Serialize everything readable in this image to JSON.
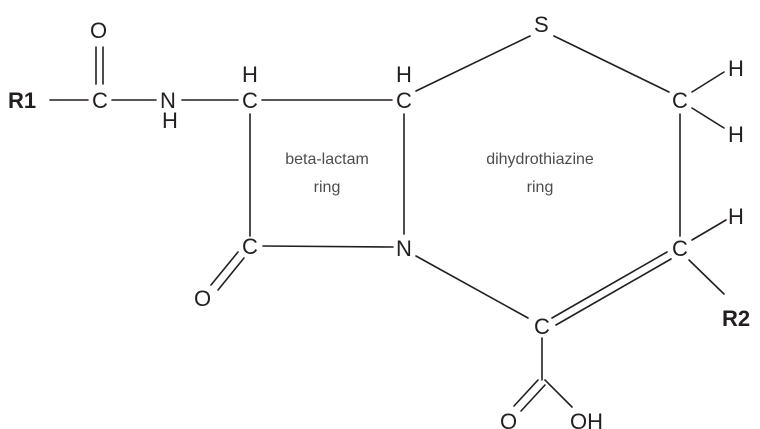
{
  "atoms": {
    "o_carbonyl_top": "O",
    "r1": "R1",
    "c_amide": "C",
    "n_amide": "N",
    "h_amide": "H",
    "h_c1": "H",
    "c1": "C",
    "h_c2": "H",
    "c2": "C",
    "s": "S",
    "c_ch2": "C",
    "h_ch2_top": "H",
    "h_ch2_bottom": "H",
    "c_lactam": "C",
    "o_lactam": "O",
    "n_ring": "N",
    "c_alkene": "C",
    "h_alkene": "H",
    "r2": "R2",
    "c_ring_bottom": "C",
    "o_carboxyl": "O",
    "oh_carboxyl": "OH"
  },
  "rings": {
    "beta_lactam": [
      "beta-lactam",
      "ring"
    ],
    "dihydrothiazine": [
      "dihydrothiazine",
      "ring"
    ]
  }
}
